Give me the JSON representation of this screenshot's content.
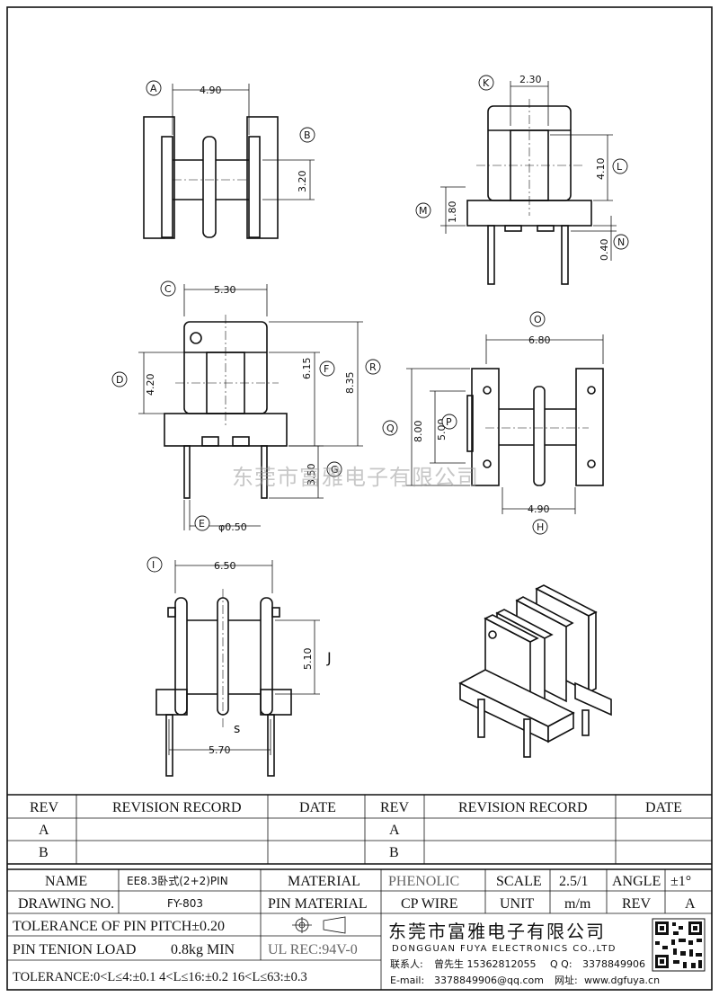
{
  "views": {
    "top_left": {
      "label_A": "A",
      "dim_A": "4.90",
      "label_B": "B",
      "dim_B": "3.20"
    },
    "side": {
      "label_K": "K",
      "dim_K": "2.30",
      "label_L": "L",
      "dim_L": "4.10",
      "label_M": "M",
      "dim_M": "1.80",
      "label_N": "N",
      "dim_N": "0.40"
    },
    "front": {
      "label_C": "C",
      "dim_C": "5.30",
      "label_D": "D",
      "dim_D": "4.20",
      "label_F": "F",
      "dim_F": "6.15",
      "label_R": "R",
      "dim_R": "8.35",
      "label_G": "G",
      "dim_G": "3.50",
      "label_E": "E",
      "dim_E": "φ0.50"
    },
    "right_top": {
      "label_O": "O",
      "dim_O": "6.80",
      "label_Q": "Q",
      "dim_Q": "8.00",
      "label_P": "P",
      "dim_P": "5.00",
      "label_H": "H",
      "dim_H": "4.90"
    },
    "bottom": {
      "label_I": "I",
      "dim_I": "6.50",
      "label_J": "J",
      "dim_J": "5.10",
      "label_S": "s",
      "dim_S": "5.70"
    }
  },
  "watermark": "东莞市富雅电子有限公司",
  "revision_table": {
    "headers": [
      "REV",
      "REVISION RECORD",
      "DATE",
      "REV",
      "REVISION RECORD",
      "DATE"
    ],
    "rows": [
      [
        "A",
        "",
        "",
        "A",
        "",
        ""
      ],
      [
        "B",
        "",
        "",
        "B",
        "",
        ""
      ]
    ]
  },
  "title_block": {
    "name_label": "NAME",
    "name_value": "EE8.3卧式(2+2)PIN",
    "material_label": "MATERIAL",
    "material_value": "PHENOLIC",
    "scale_label": "SCALE",
    "scale_value": "2.5/1",
    "angle_label": "ANGLE",
    "angle_value": "±1°",
    "drawing_no_label": "DRAWING NO.",
    "drawing_no_value": "FY-803",
    "pin_material_label": "PIN MATERIAL",
    "pin_material_value": "CP WIRE",
    "unit_label": "UNIT",
    "unit_value": "m/m",
    "rev_label": "REV",
    "rev_value": "A",
    "pin_pitch_tolerance": "TOLERANCE OF PIN PITCH±0.20",
    "pin_tension_label": "PIN TENION LOAD",
    "pin_tension_value": "0.8kg MIN",
    "ul_rec": "UL REC:94V-0",
    "tolerance": "TOLERANCE:0<L≤4:±0.1  4<L≤16:±0.2  16<L≤63:±0.3"
  },
  "company": {
    "name_cn": "东莞市富雅电子有限公司",
    "name_en": "DONGGUAN FUYA ELECTRONICS CO.,LTD",
    "contact_label": "联系人:",
    "contact_value": "曾先生 15362812055",
    "qq_label": "Q Q:",
    "qq_value": "3378849906",
    "email_label": "E-mail:",
    "email_value": "3378849906@qq.com",
    "web_label": "网址:",
    "web_value": "www.dgfuya.cn"
  }
}
